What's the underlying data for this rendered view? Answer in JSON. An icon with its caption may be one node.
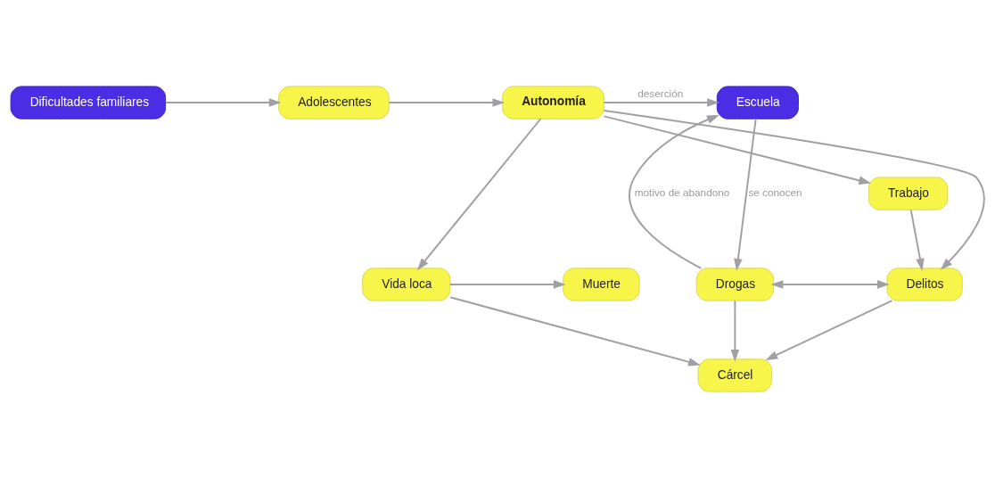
{
  "diagram": {
    "nodes": [
      {
        "text": [
          "Escuela"
        ]
      },
      {
        "text": [
          "Autonomía"
        ]
      },
      {
        "text": [
          "Adolescentes"
        ]
      },
      {
        "text": [
          "Dificultades familiares"
        ]
      },
      {
        "text": [
          "Trabajo"
        ]
      },
      {
        "text": [
          "Drogas"
        ]
      },
      {
        "text": [
          "Delitos"
        ]
      },
      {
        "text": [
          "Vida loca"
        ]
      },
      {
        "text": [
          "Muerte"
        ]
      },
      {
        "text": [
          "Cárcel"
        ]
      }
    ],
    "edges": [
      {
        "from": 3,
        "to": 2,
        "arrow": "to"
      },
      {
        "from": 2,
        "to": 1,
        "arrow": "to"
      },
      {
        "from": 1,
        "to": 0,
        "arrow": "to",
        "label": "deserción"
      },
      {
        "from": 1,
        "to": 4,
        "arrow": "to"
      },
      {
        "from": 1,
        "to": 6,
        "arrow": "to"
      },
      {
        "from": 1,
        "to": 7,
        "arrow": "to"
      },
      {
        "from": 4,
        "to": 6,
        "arrow": "to"
      },
      {
        "from": 0,
        "to": 5,
        "arrow": "to",
        "label": "se conocen"
      },
      {
        "from": 5,
        "to": 0,
        "arrow": "to",
        "label": "motivo de abandono"
      },
      {
        "from": 5,
        "to": 6,
        "arrow": "both"
      },
      {
        "from": 7,
        "to": 8,
        "arrow": "to"
      },
      {
        "from": 5,
        "to": 9,
        "arrow": "to"
      },
      {
        "from": 6,
        "to": 9,
        "arrow": "to"
      },
      {
        "from": 7,
        "to": 9,
        "arrow": "to"
      }
    ]
  }
}
